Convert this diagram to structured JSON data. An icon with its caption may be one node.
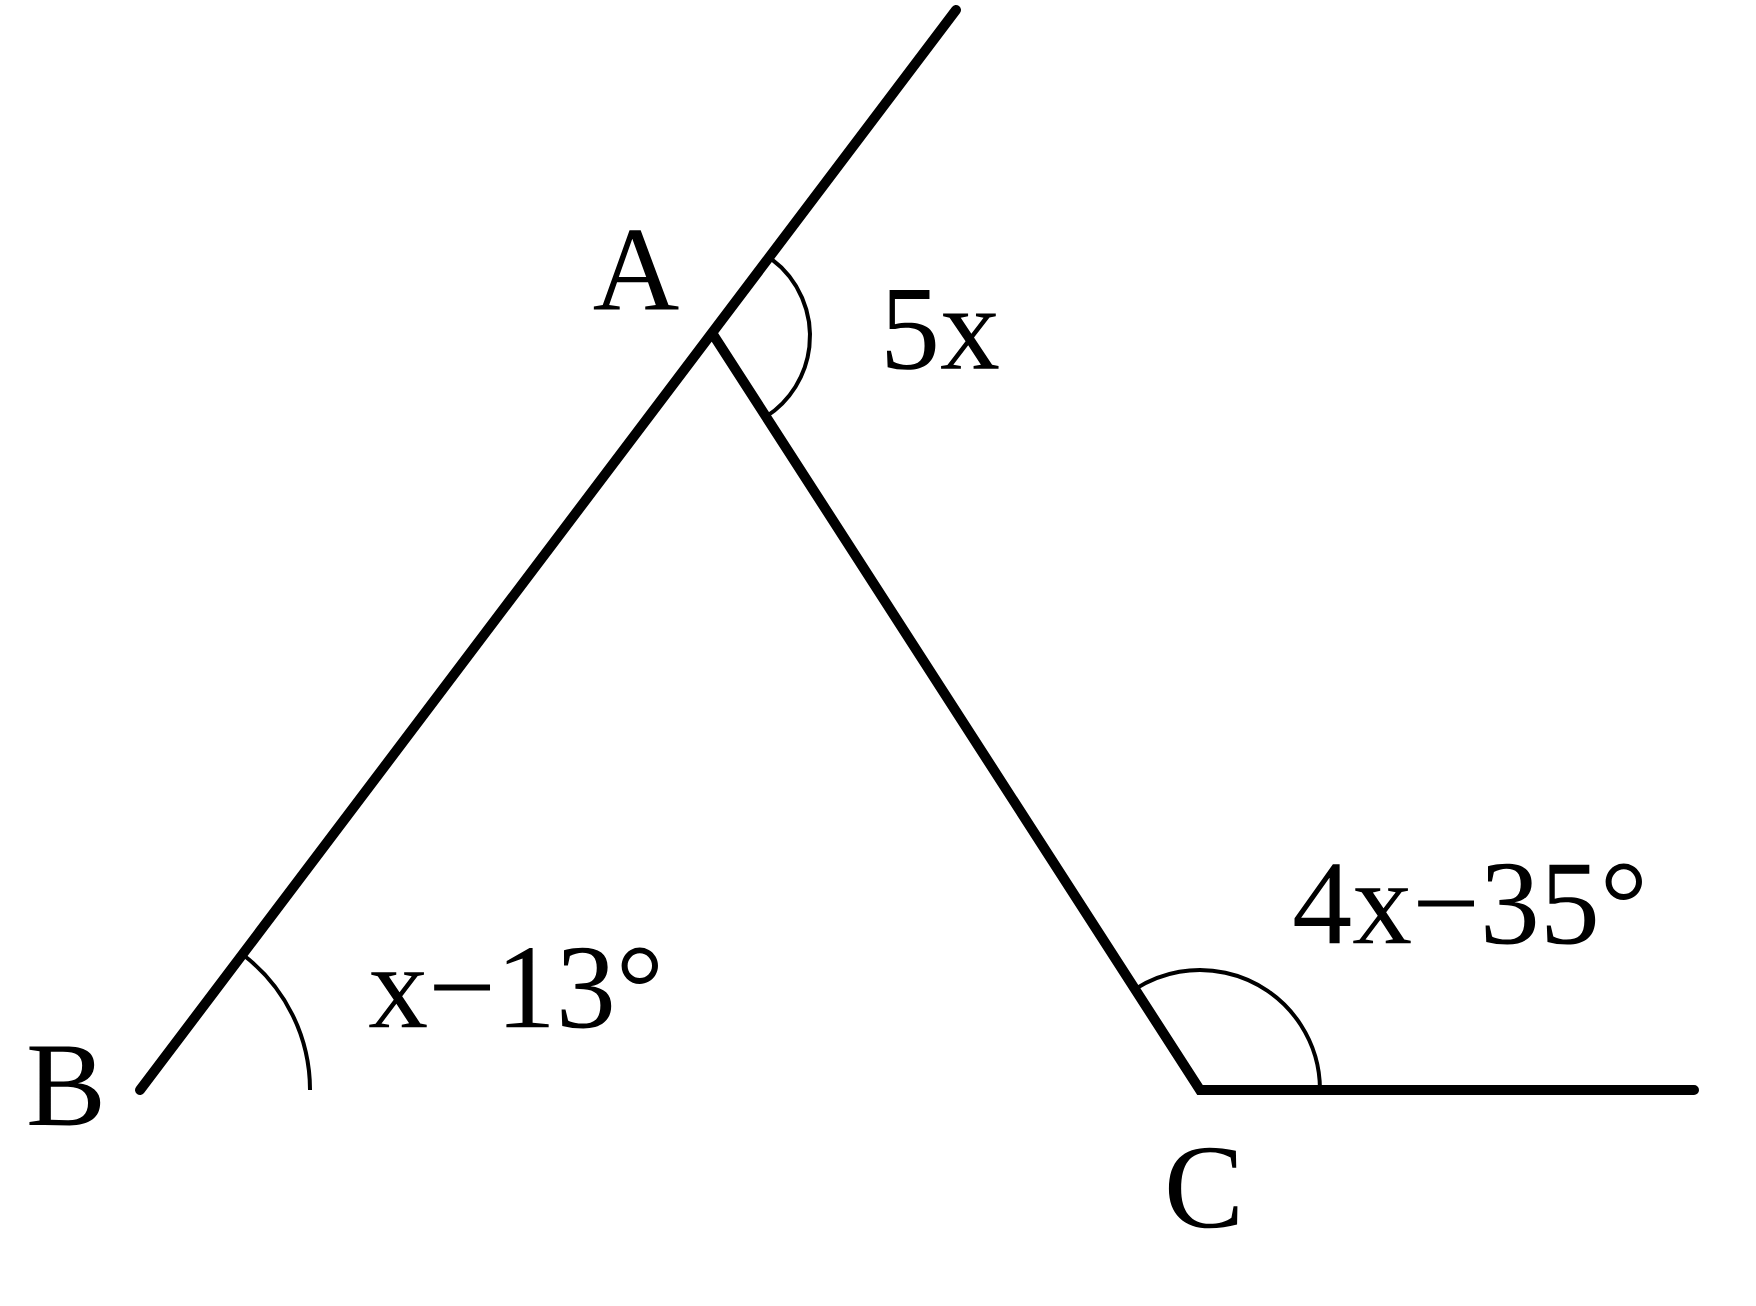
{
  "diagram": {
    "labels": [
      "A",
      "5x",
      "4x−35°",
      "B",
      "x−13°",
      "C"
    ]
  }
}
